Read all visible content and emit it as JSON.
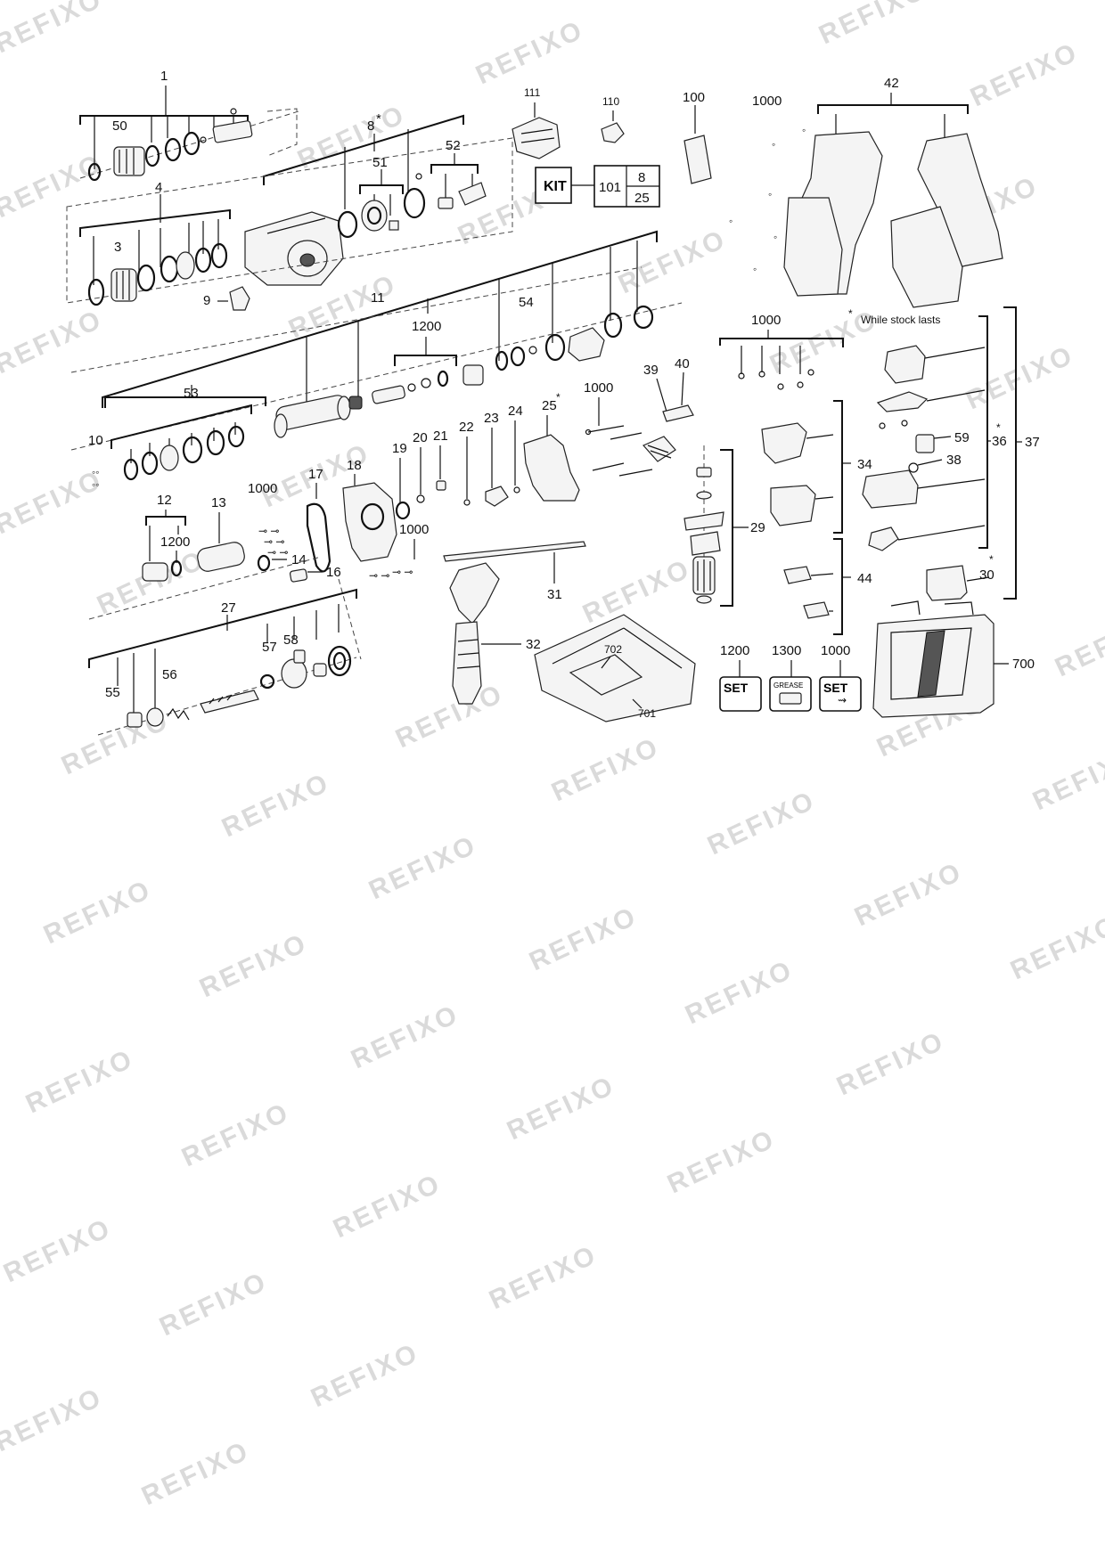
{
  "watermark": "REFIXO",
  "kit": {
    "label": "KIT",
    "number": "101",
    "items": [
      "8",
      "25"
    ]
  },
  "note": {
    "asterisk": "*",
    "text": "While stock lasts"
  },
  "sets": [
    {
      "ref": "1200",
      "label": "SET"
    },
    {
      "ref": "1300",
      "label": "GREASE"
    },
    {
      "ref": "1000",
      "label": "SET"
    }
  ],
  "callouts": {
    "c1": "1",
    "c50": "50",
    "c8": "8",
    "star": "*",
    "c51": "51",
    "c52": "52",
    "c4": "4",
    "c3": "3",
    "c9": "9",
    "c111": "111",
    "c110": "110",
    "c100": "100",
    "c1000a": "1000",
    "c42": "42",
    "c11": "11",
    "c54": "54",
    "c1200a": "1200",
    "c53": "53",
    "c10": "10",
    "c1000b": "1000",
    "c39": "39",
    "c40": "40",
    "c1000c": "1000",
    "c59": "59",
    "c36": "36",
    "c37": "37",
    "c34": "34",
    "c38": "38",
    "c25": "25",
    "c24": "24",
    "c23": "23",
    "c22": "22",
    "c21": "21",
    "c20": "20",
    "c19": "19",
    "c18": "18",
    "c17": "17",
    "c1000d": "1000",
    "c12": "12",
    "c13": "13",
    "c1200b": "1200",
    "c14": "14",
    "c16": "16",
    "c1000e": "1000",
    "c29": "29",
    "c30": "30",
    "c44": "44",
    "c31": "31",
    "c32": "32",
    "c702": "702",
    "c701": "701",
    "c700": "700",
    "c27": "27",
    "c57": "57",
    "c58": "58",
    "c55": "55",
    "c56": "56"
  }
}
